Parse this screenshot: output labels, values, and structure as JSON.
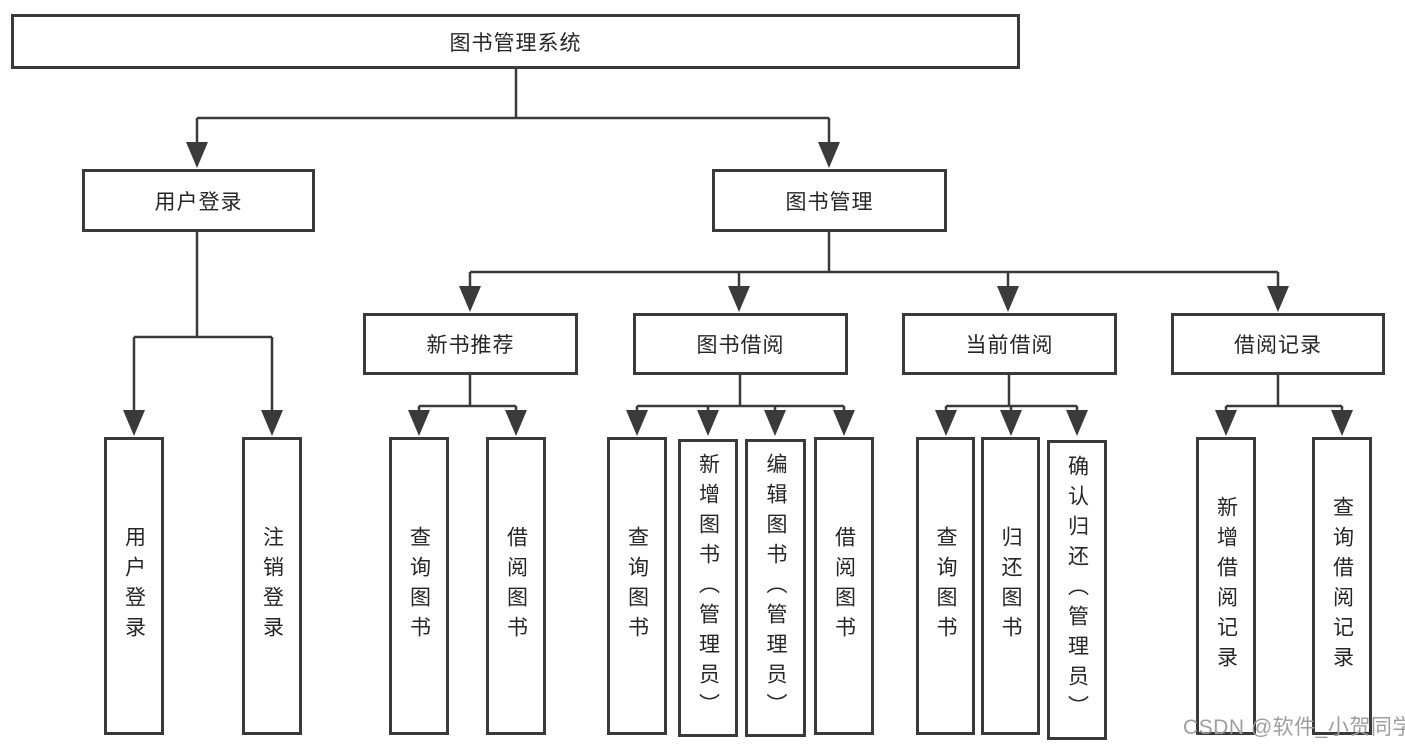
{
  "diagram_title": "图书管理系统",
  "tree": {
    "root": {
      "label": "图书管理系统"
    },
    "user_login": {
      "label": "用户登录",
      "children": [
        "用户登录",
        "注销登录"
      ]
    },
    "book_management": {
      "label": "图书管理"
    },
    "new_book_recommend": {
      "label": "新书推荐",
      "children": [
        "查询图书",
        "借阅图书"
      ]
    },
    "book_borrowing": {
      "label": "图书借阅",
      "children": [
        "查询图书",
        "新增图书（管理员）",
        "编辑图书（管理员）",
        "借阅图书"
      ]
    },
    "current_borrowing": {
      "label": "当前借阅",
      "children": [
        "查询图书",
        "归还图书",
        "确认归还（管理员）"
      ]
    },
    "borrowing_records": {
      "label": "借阅记录",
      "children": [
        "新增借阅记录",
        "查询借阅记录"
      ]
    }
  },
  "watermark": {
    "text": "CSDN @软件_小贺同学"
  },
  "colors": {
    "border": "#3a3a3a",
    "line": "#3a3a3a",
    "text": "#262626",
    "background": "#ffffff",
    "watermark": "#9e9e9e"
  }
}
